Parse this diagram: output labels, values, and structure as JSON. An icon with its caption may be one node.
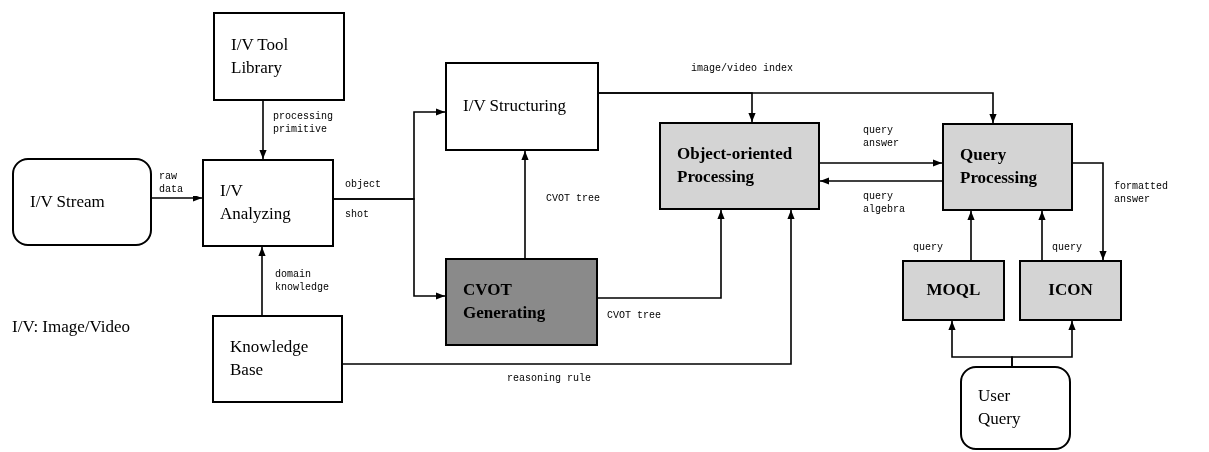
{
  "diagram": {
    "nodes": [
      {
        "text": [
          "I/V Stream"
        ]
      },
      {
        "text": [
          "I/V Tool Library"
        ]
      },
      {
        "text": [
          "I/V Analyzing"
        ]
      },
      {
        "text": [
          "Knowledge Base"
        ]
      },
      {
        "text": [
          "I/V Structuring"
        ]
      },
      {
        "text": [
          "CVOT Generating"
        ]
      },
      {
        "text": [
          "Object-oriented Processing"
        ]
      },
      {
        "text": [
          "Query Processing"
        ]
      },
      {
        "text": [
          "MOQL"
        ]
      },
      {
        "text": [
          "ICON"
        ]
      },
      {
        "text": [
          "User Query"
        ]
      }
    ],
    "edges": [
      {
        "from": 0,
        "to": 2,
        "arrow": "to",
        "label": "raw data"
      },
      {
        "from": 1,
        "to": 2,
        "arrow": "to",
        "label": "processing primitive"
      },
      {
        "from": 3,
        "to": 2,
        "arrow": "to",
        "label": "domain knowledge"
      },
      {
        "from": 2,
        "to": 4,
        "arrow": "to",
        "label": "object"
      },
      {
        "from": 2,
        "to": 5,
        "arrow": "to",
        "label": "shot"
      },
      {
        "from": 5,
        "to": 4,
        "arrow": "to",
        "label": "CVOT tree"
      },
      {
        "from": 5,
        "to": 6,
        "arrow": "to",
        "label": "CVOT tree"
      },
      {
        "from": 4,
        "to": 6,
        "arrow": "to"
      },
      {
        "from": 4,
        "to": 7,
        "arrow": "to",
        "label": "image/video index"
      },
      {
        "from": 3,
        "to": 6,
        "arrow": "to",
        "label": "reasoning rule"
      },
      {
        "from": 6,
        "to": 7,
        "arrow": "to",
        "label": "query answer"
      },
      {
        "from": 7,
        "to": 6,
        "arrow": "to",
        "label": "query algebra"
      },
      {
        "from": 8,
        "to": 7,
        "arrow": "to",
        "label": "query"
      },
      {
        "from": 9,
        "to": 7,
        "arrow": "to",
        "label": "query"
      },
      {
        "from": 7,
        "to": 9,
        "arrow": "to",
        "label": "formatted answer"
      },
      {
        "from": 10,
        "to": 8,
        "arrow": "to"
      },
      {
        "from": 10,
        "to": 9,
        "arrow": "to"
      }
    ],
    "labels": [
      "I/V: Image/Video"
    ]
  }
}
